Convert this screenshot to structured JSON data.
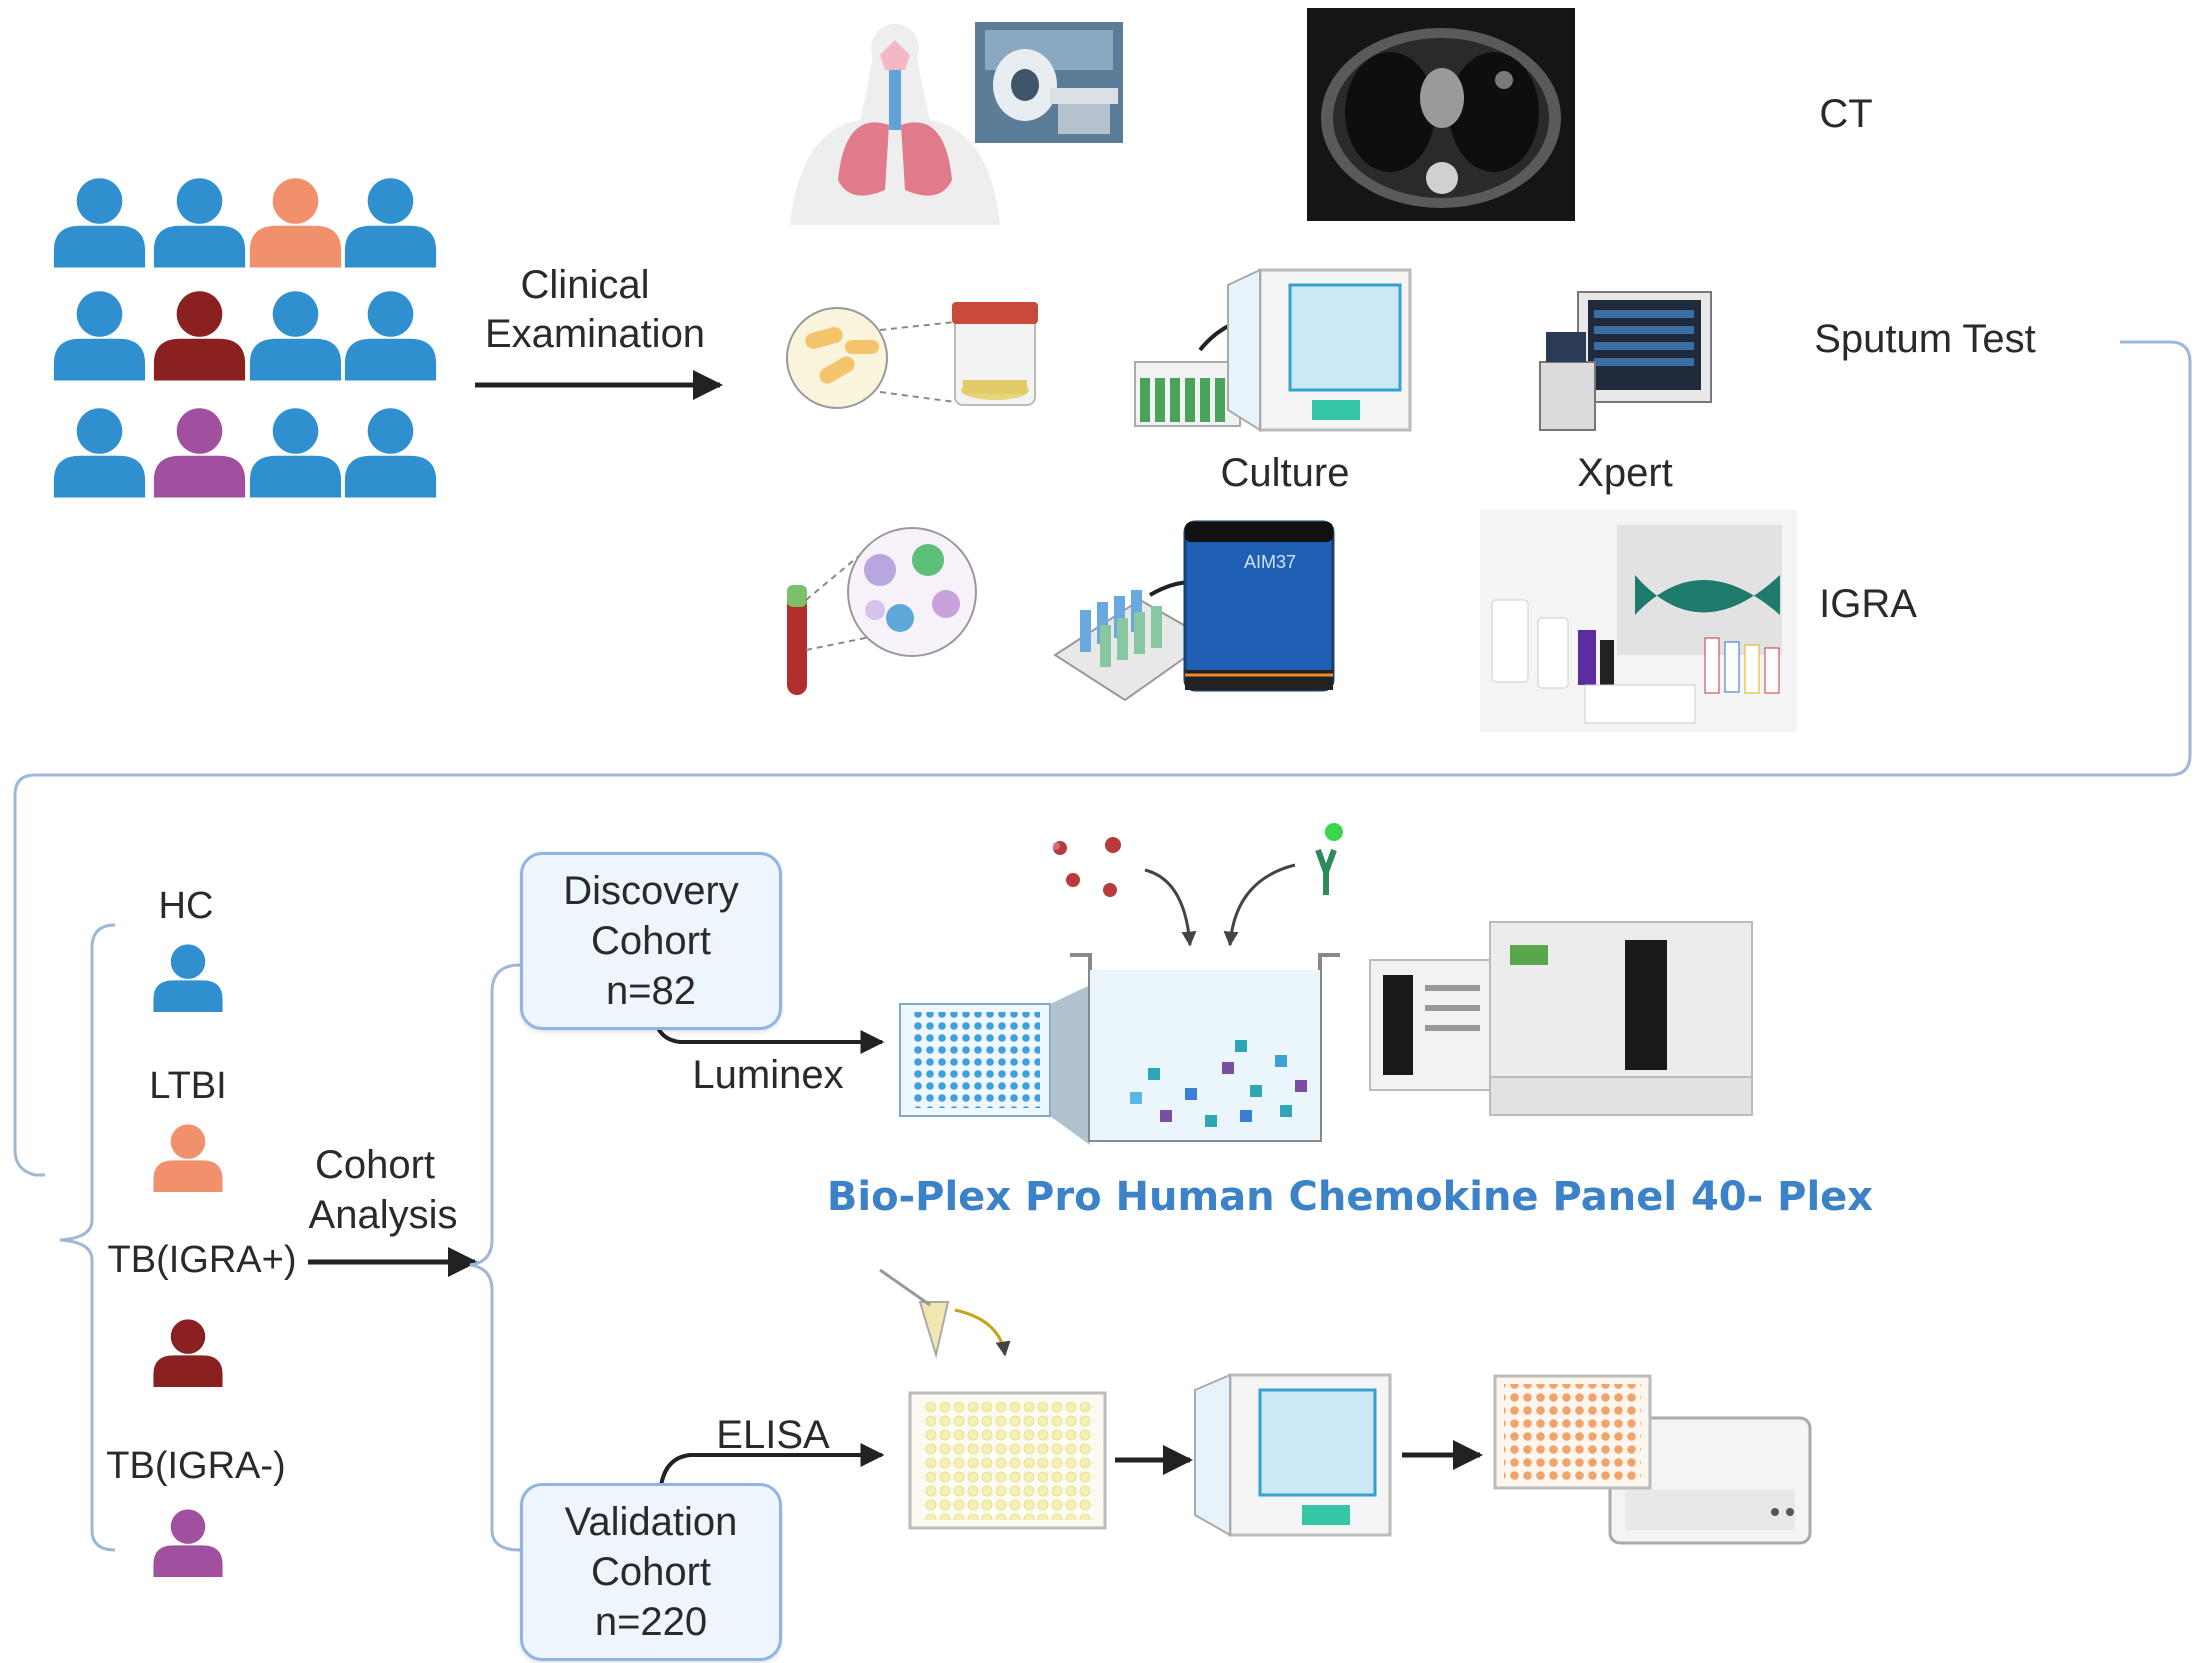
{
  "colors": {
    "blue_person": "#2f8fcf",
    "orange_person": "#f0906d",
    "darkred_person": "#8b2020",
    "purple_person": "#a0509e",
    "connector": "#9fb8d8",
    "arrow": "#222222",
    "panel_title": "#3b82c8"
  },
  "top": {
    "clinical_line1": "Clinical",
    "clinical_line2": "Examination",
    "ct_label": "CT",
    "sputum_label": "Sputum Test",
    "culture_label": "Culture",
    "xpert_label": "Xpert",
    "igra_label": "IGRA",
    "device_label": "AIM37"
  },
  "groups": {
    "hc": "HC",
    "ltbi": "LTBI",
    "tb_pos": "TB(IGRA+)",
    "tb_neg": "TB(IGRA-)",
    "cohort_line1": "Cohort",
    "cohort_line2": "Analysis"
  },
  "discovery": {
    "line1": "Discovery",
    "line2": "Cohort",
    "line3": "n=82",
    "method": "Luminex"
  },
  "validation": {
    "line1": "Validation",
    "line2": "Cohort",
    "line3": "n=220",
    "method": "ELISA"
  },
  "panel_title": "Bio-Plex Pro Human Chemokine Panel 40- Plex"
}
